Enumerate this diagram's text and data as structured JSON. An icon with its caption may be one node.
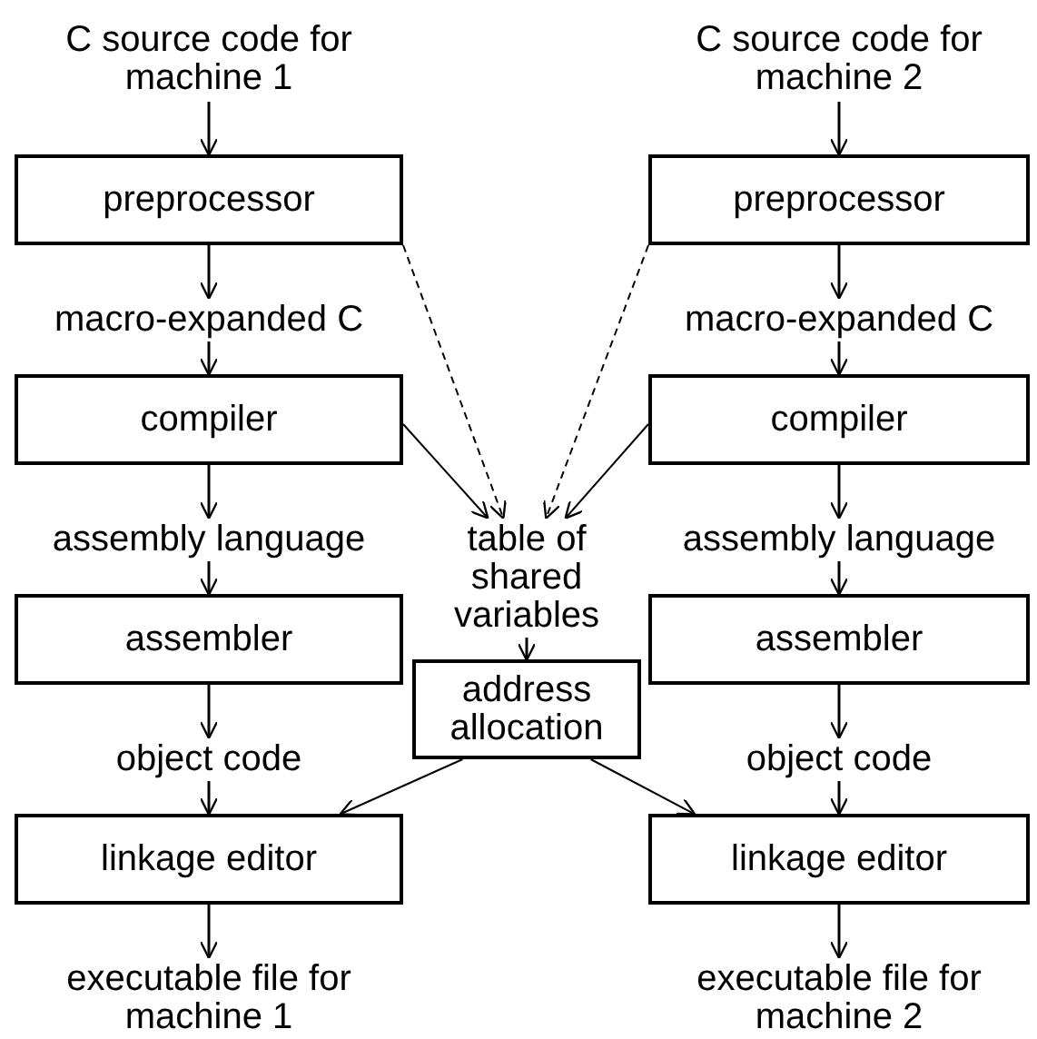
{
  "diagram": {
    "nodes": [
      {
        "text": [
          "C source code for machine 1"
        ]
      },
      {
        "text": [
          "preprocessor"
        ]
      },
      {
        "text": [
          "macro-expanded C"
        ]
      },
      {
        "text": [
          "compiler"
        ]
      },
      {
        "text": [
          "assembly language"
        ]
      },
      {
        "text": [
          "assembler"
        ]
      },
      {
        "text": [
          "object code"
        ]
      },
      {
        "text": [
          "linkage editor"
        ]
      },
      {
        "text": [
          "executable file for machine 1"
        ]
      },
      {
        "text": [
          "C source code for machine 2"
        ]
      },
      {
        "text": [
          "preprocessor"
        ]
      },
      {
        "text": [
          "macro-expanded C"
        ]
      },
      {
        "text": [
          "compiler"
        ]
      },
      {
        "text": [
          "assembly language"
        ]
      },
      {
        "text": [
          "assembler"
        ]
      },
      {
        "text": [
          "object code"
        ]
      },
      {
        "text": [
          "linkage editor"
        ]
      },
      {
        "text": [
          "executable file for machine 2"
        ]
      },
      {
        "text": [
          "table of shared variables"
        ]
      },
      {
        "text": [
          "address allocation"
        ]
      }
    ],
    "edges": [
      {
        "from": 0,
        "to": 1,
        "arrow": "to"
      },
      {
        "from": 1,
        "to": 2,
        "arrow": "to"
      },
      {
        "from": 2,
        "to": 3,
        "arrow": "to"
      },
      {
        "from": 3,
        "to": 4,
        "arrow": "to"
      },
      {
        "from": 4,
        "to": 5,
        "arrow": "to"
      },
      {
        "from": 5,
        "to": 6,
        "arrow": "to"
      },
      {
        "from": 6,
        "to": 7,
        "arrow": "to"
      },
      {
        "from": 7,
        "to": 8,
        "arrow": "to"
      },
      {
        "from": 9,
        "to": 10,
        "arrow": "to"
      },
      {
        "from": 10,
        "to": 11,
        "arrow": "to"
      },
      {
        "from": 11,
        "to": 12,
        "arrow": "to"
      },
      {
        "from": 12,
        "to": 13,
        "arrow": "to"
      },
      {
        "from": 13,
        "to": 14,
        "arrow": "to"
      },
      {
        "from": 14,
        "to": 15,
        "arrow": "to"
      },
      {
        "from": 15,
        "to": 16,
        "arrow": "to"
      },
      {
        "from": 16,
        "to": 17,
        "arrow": "to"
      },
      {
        "from": 1,
        "to": 18,
        "arrow": "to",
        "style": "dashed"
      },
      {
        "from": 3,
        "to": 18,
        "arrow": "to"
      },
      {
        "from": 10,
        "to": 18,
        "arrow": "to",
        "style": "dashed"
      },
      {
        "from": 12,
        "to": 18,
        "arrow": "to"
      },
      {
        "from": 18,
        "to": 19,
        "arrow": "to"
      },
      {
        "from": 19,
        "to": 7,
        "arrow": "to"
      },
      {
        "from": 19,
        "to": 16,
        "arrow": "to"
      }
    ]
  }
}
